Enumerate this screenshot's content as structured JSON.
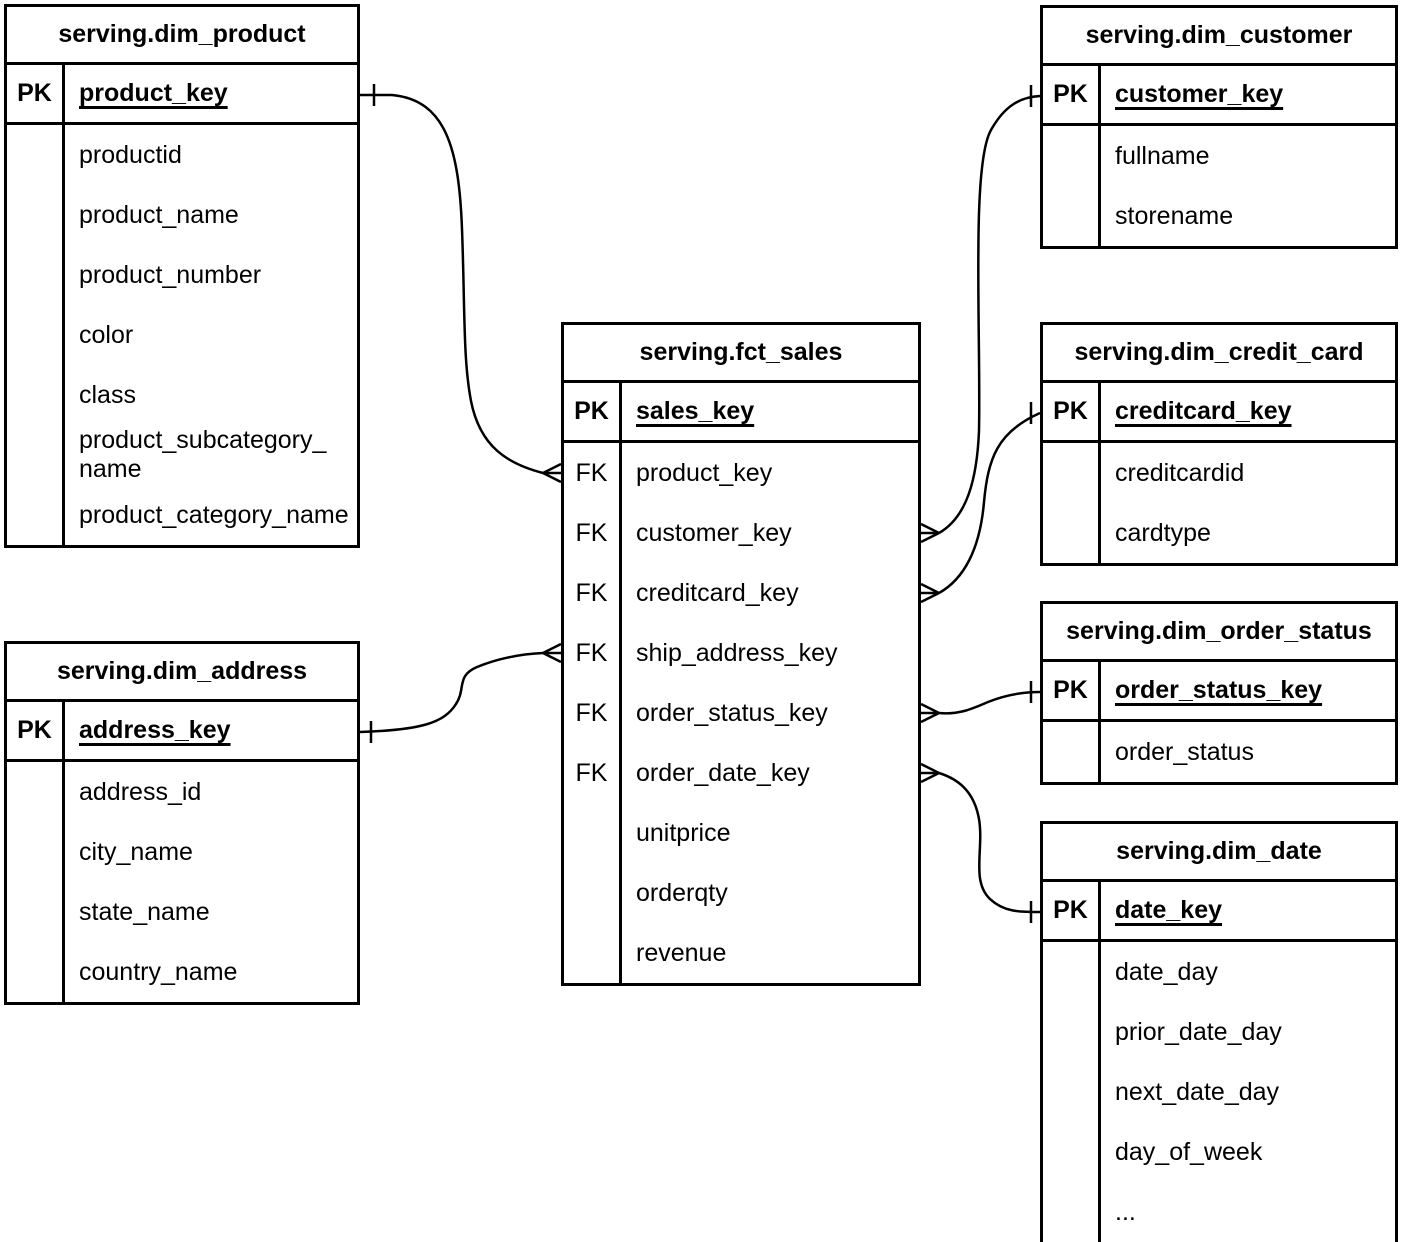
{
  "diagram": {
    "type": "entity-relationship",
    "colors": {
      "stroke": "#000000",
      "background": "#ffffff",
      "text": "#000000"
    },
    "tables": [
      {
        "id": "dim_product",
        "title": "serving.dim_product",
        "pk": {
          "badge": "PK",
          "field": "product_key"
        },
        "rows": [
          {
            "badge": "",
            "field": "productid"
          },
          {
            "badge": "",
            "field": "product_name"
          },
          {
            "badge": "",
            "field": "product_number"
          },
          {
            "badge": "",
            "field": "color"
          },
          {
            "badge": "",
            "field": "class"
          },
          {
            "badge": "",
            "field": "product_subcategory_\nname"
          },
          {
            "badge": "",
            "field": "product_category_name"
          }
        ]
      },
      {
        "id": "dim_customer",
        "title": "serving.dim_customer",
        "pk": {
          "badge": "PK",
          "field": "customer_key"
        },
        "rows": [
          {
            "badge": "",
            "field": "fullname"
          },
          {
            "badge": "",
            "field": "storename"
          }
        ]
      },
      {
        "id": "fct_sales",
        "title": "serving.fct_sales",
        "pk": {
          "badge": "PK",
          "field": "sales_key"
        },
        "rows": [
          {
            "badge": "FK",
            "field": "product_key"
          },
          {
            "badge": "FK",
            "field": "customer_key"
          },
          {
            "badge": "FK",
            "field": "creditcard_key"
          },
          {
            "badge": "FK",
            "field": "ship_address_key"
          },
          {
            "badge": "FK",
            "field": "order_status_key"
          },
          {
            "badge": "FK",
            "field": "order_date_key"
          },
          {
            "badge": "",
            "field": "unitprice"
          },
          {
            "badge": "",
            "field": "orderqty"
          },
          {
            "badge": "",
            "field": "revenue"
          }
        ]
      },
      {
        "id": "dim_credit_card",
        "title": "serving.dim_credit_card",
        "pk": {
          "badge": "PK",
          "field": "creditcard_key"
        },
        "rows": [
          {
            "badge": "",
            "field": "creditcardid"
          },
          {
            "badge": "",
            "field": "cardtype"
          }
        ]
      },
      {
        "id": "dim_order_status",
        "title": "serving.dim_order_status",
        "pk": {
          "badge": "PK",
          "field": "order_status_key"
        },
        "rows": [
          {
            "badge": "",
            "field": "order_status"
          }
        ]
      },
      {
        "id": "dim_date",
        "title": "serving.dim_date",
        "pk": {
          "badge": "PK",
          "field": "date_key"
        },
        "rows": [
          {
            "badge": "",
            "field": "date_day"
          },
          {
            "badge": "",
            "field": "prior_date_day"
          },
          {
            "badge": "",
            "field": "next_date_day"
          },
          {
            "badge": "",
            "field": "day_of_week"
          },
          {
            "badge": "",
            "field": "..."
          }
        ]
      },
      {
        "id": "dim_address",
        "title": "serving.dim_address",
        "pk": {
          "badge": "PK",
          "field": "address_key"
        },
        "rows": [
          {
            "badge": "",
            "field": "address_id"
          },
          {
            "badge": "",
            "field": "city_name"
          },
          {
            "badge": "",
            "field": "state_name"
          },
          {
            "badge": "",
            "field": "country_name"
          }
        ]
      }
    ],
    "relationships": [
      {
        "id": "fct_sales-dim_product",
        "many_end": "serving.fct_sales.product_key",
        "one_end": "serving.dim_product.product_key"
      },
      {
        "id": "fct_sales-dim_customer",
        "many_end": "serving.fct_sales.customer_key",
        "one_end": "serving.dim_customer.customer_key"
      },
      {
        "id": "fct_sales-dim_credit_card",
        "many_end": "serving.fct_sales.creditcard_key",
        "one_end": "serving.dim_credit_card.creditcard_key"
      },
      {
        "id": "fct_sales-dim_address",
        "many_end": "serving.fct_sales.ship_address_key",
        "one_end": "serving.dim_address.address_key"
      },
      {
        "id": "fct_sales-dim_order_status",
        "many_end": "serving.fct_sales.order_status_key",
        "one_end": "serving.dim_order_status.order_status_key"
      },
      {
        "id": "fct_sales-dim_date",
        "many_end": "serving.fct_sales.order_date_key",
        "one_end": "serving.dim_date.date_key"
      }
    ]
  }
}
